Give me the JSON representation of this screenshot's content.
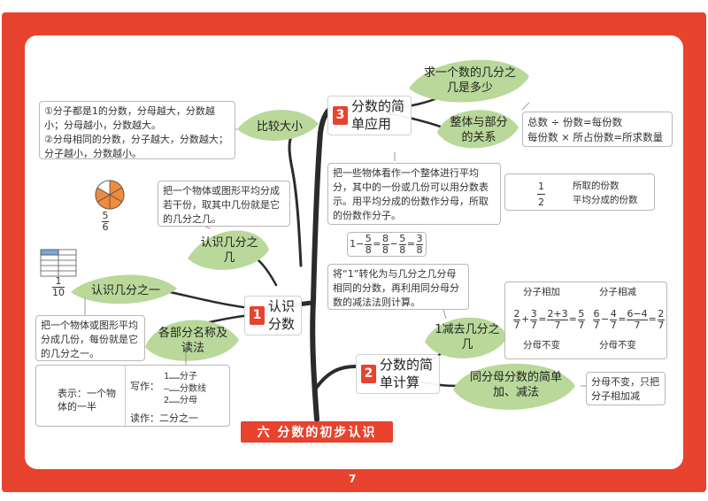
{
  "page_number": "7",
  "chapter_title": "六  分数的初步认识",
  "branches": {
    "b1": {
      "number": "1",
      "title": "认识分数"
    },
    "b2": {
      "number": "2",
      "title": "分数的简单计算"
    },
    "b3": {
      "number": "3",
      "title": "分数的简单应用"
    }
  },
  "leaves": {
    "compare": "比较大小",
    "understand_fraction": "认识几分之几",
    "understand_unit": "认识几分之一",
    "parts_names": "各部分名称及读法",
    "find_fraction": "求一个数的几分之几是多少",
    "whole_part": "整体与部分的关系",
    "one_minus": "1减去几分之几",
    "same_denominator": "同分母分数的简单加、减法"
  },
  "notes": {
    "compare_rule1": "①分子都是1的分数，分母越大，分数越小；分母越小，分数越大。",
    "compare_rule2": "②分母相同的分数，分子越大，分数越大；分子越小，分数越小。",
    "fraction_def": "把一个物体或图形平均分成若干份，取其中几份就是它的几分之几。",
    "unit_def": "把一个物体或图形平均分成几份，每份就是它的几分之一。",
    "whole_part_def": "把一些物体看作一个整体进行平均分，其中的一份或几份可以用分数表示。用平均分成的份数作分母，所取的份数作分子。",
    "one_minus_def": "将“1”转化为与几分之几分母相同的分数，再利用同分母分数的减法法则计算。",
    "same_denominator_def": "分母不变，只把分子相加减",
    "formula1": "总数 ÷ 份数=每份数",
    "formula2": "每份数 × 所占份数=所求数量"
  },
  "fractions": {
    "circle": {
      "num": "5",
      "den": "6"
    },
    "grid": {
      "num": "1",
      "den": "10"
    }
  },
  "parts": {
    "half_label": "表示：一个物体的一半",
    "write_label": "写作：",
    "numerator": "1……分子",
    "bar_line": "—……分数线",
    "denominator": "2……分母",
    "read_label": "读作：二分之一"
  },
  "taken": {
    "num_label": "所取的份数",
    "den_label": "平均分成的份数",
    "num": "1",
    "den": "2"
  },
  "examples": {
    "one_minus": {
      "whole": "1",
      "a_num": "5",
      "a_den": "8",
      "b_num": "8",
      "c_num": "5",
      "c_den": "8",
      "d_num": "3",
      "d_den": "8"
    },
    "add_title": "分子相加",
    "sub_title": "分子相减",
    "add": {
      "a": "2",
      "b": "3",
      "den": "7",
      "mid_num": "2+3",
      "r": "5"
    },
    "sub": {
      "a": "6",
      "b": "4",
      "den": "7",
      "mid_num": "6−4",
      "r": "2"
    },
    "same_den_label_add": "分母不变",
    "same_den_label_sub": "分母不变"
  },
  "colors": {
    "red": "#e8432e",
    "leaf": "#b9d89a",
    "trunk": "#2b2b2b",
    "blue": "#2e6db3",
    "orange": "#f08a3c"
  }
}
